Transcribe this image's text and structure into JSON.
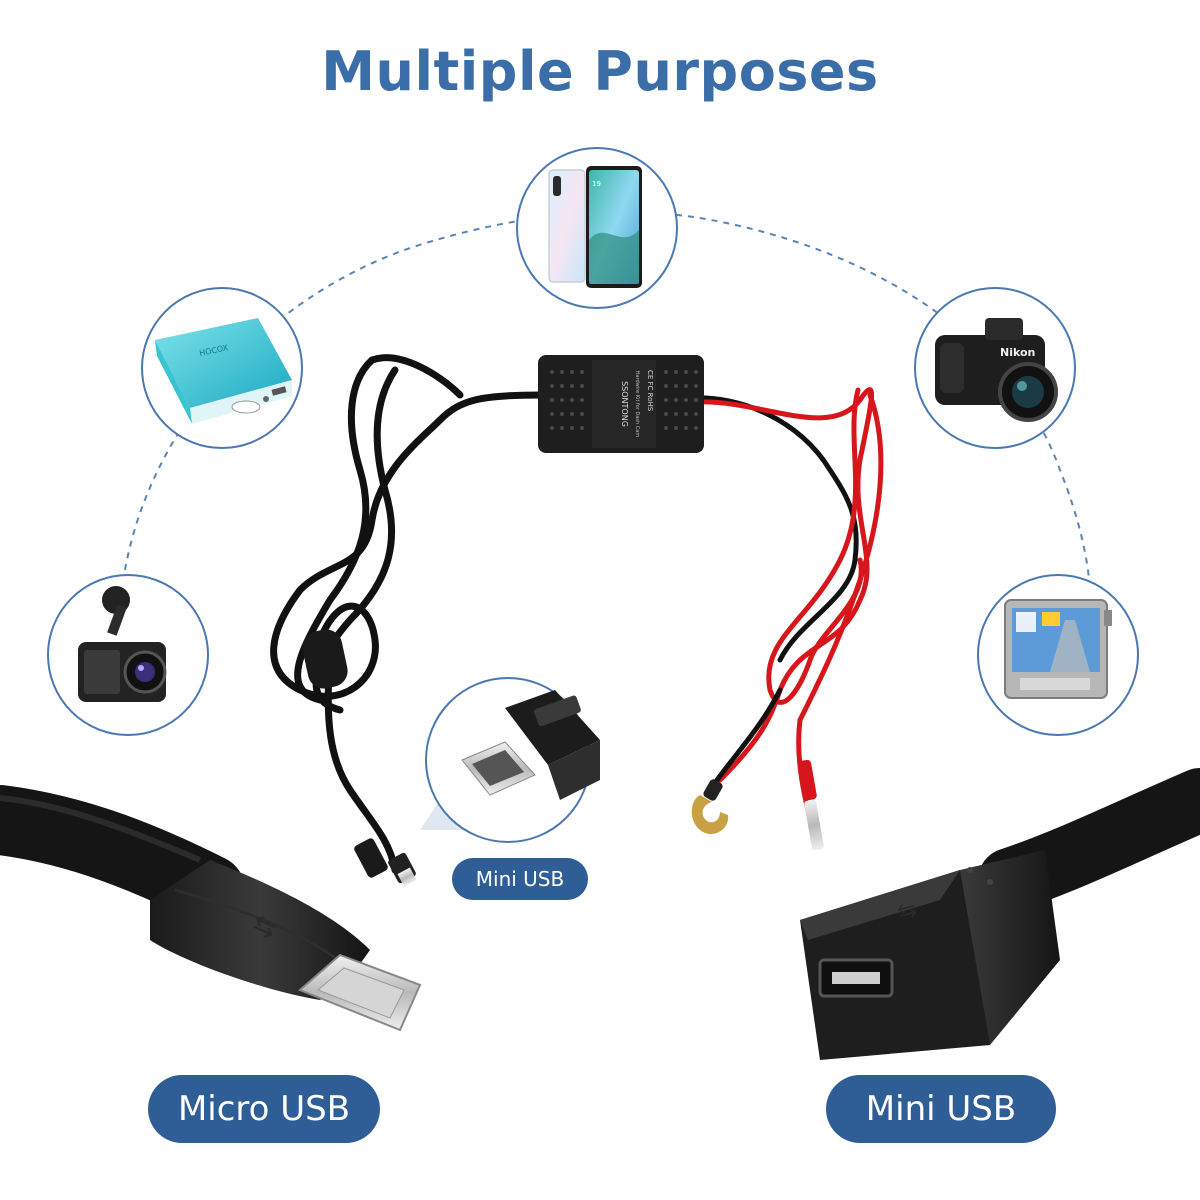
{
  "title": "Multiple Purposes",
  "labels": {
    "mini_usb_inset": "Mini USB",
    "micro_usb": "Micro USB",
    "mini_usb": "Mini USB"
  },
  "devices": [
    "smartphone-icon",
    "power-bank-icon",
    "digital-camera-icon",
    "dash-cam-icon",
    "gps-navigator-icon"
  ],
  "hardwire_box_text": {
    "brand": "SSONTONG",
    "certs": "CE FC RoHS",
    "line1": "Hardwire Kit for Dash Cam"
  },
  "power_bank_text": "HOCOX",
  "camera_brand": "Nikon",
  "colors": {
    "title": "#3b6ea8",
    "pill": "#2f5d96",
    "circle_border": "#4a78b0",
    "dashed_arc": "#5a84b8",
    "red_wire": "#d7161c",
    "cable": "#111111"
  }
}
